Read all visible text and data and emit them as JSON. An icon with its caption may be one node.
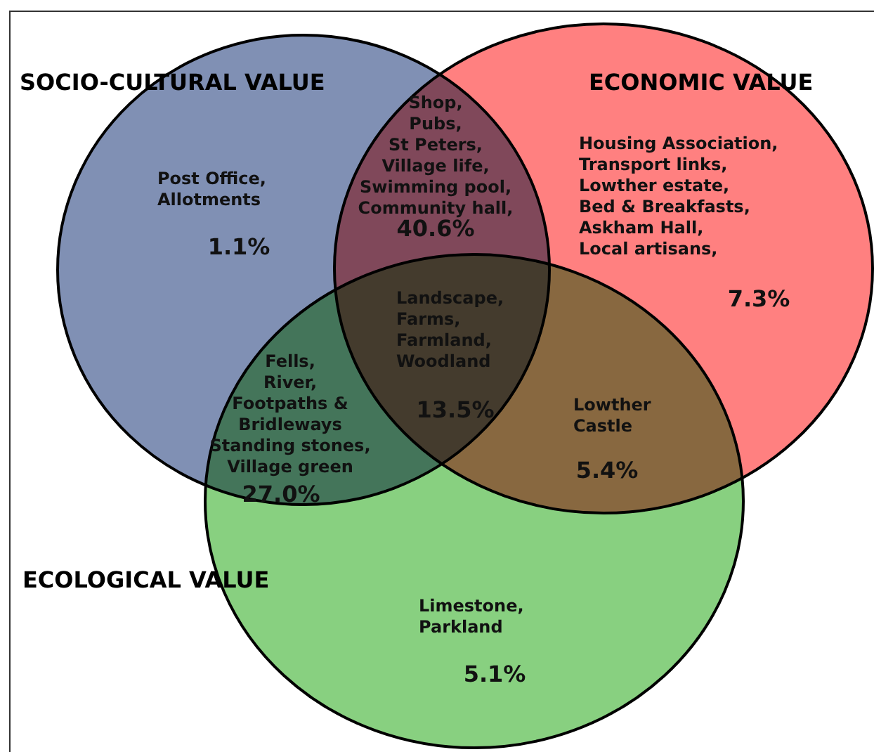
{
  "diagram": {
    "nodes": [
      {
        "text": [
          "SOCIO-CULTURAL VALUE"
        ]
      },
      {
        "text": [
          "ECONOMIC VALUE"
        ]
      },
      {
        "text": [
          "ECOLOGICAL VALUE"
        ]
      }
    ],
    "labels": [
      "Shop, Pubs, St Peters, Village life, Swimming pool, Community hall,",
      "40.6%",
      "Housing Association, Transport links, Lowther estate, Bed & Breakfasts, Askham Hall, Local artisans,",
      "Post Office, Allotments",
      "1.1%",
      "7.3%",
      "Landscape, Farms, Farmland, Woodland",
      "Fells, River, Footpaths & Bridleways Standing stones, Village green",
      "13.5%",
      "Lowther Castle",
      "5.4%",
      "27.0%",
      "Limestone, Parkland",
      "5.1%"
    ]
  }
}
